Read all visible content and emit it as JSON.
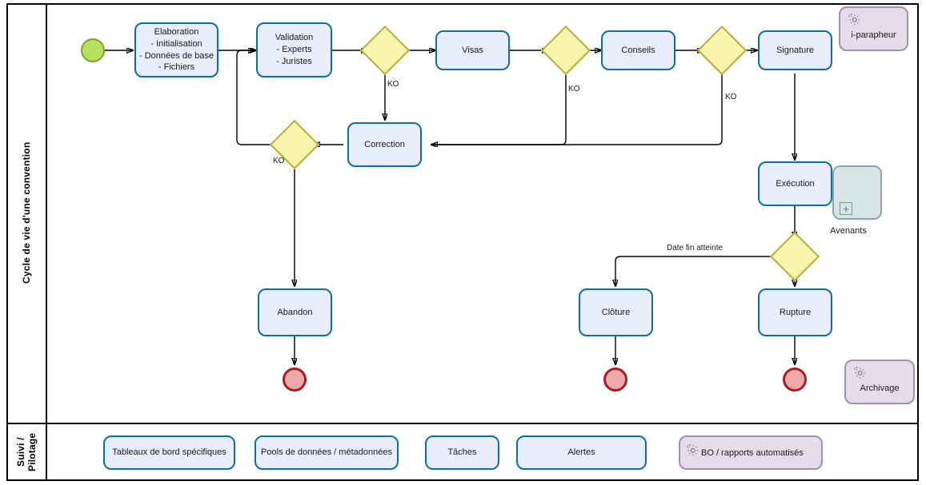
{
  "diagram": {
    "type": "bpmn-lifecycle",
    "lanes": [
      {
        "id": "lane-lifecycle",
        "title": "Cycle de vie d'une convention"
      },
      {
        "id": "lane-monitoring",
        "title": "Suivi /\nPilotage"
      }
    ]
  },
  "lifecycle": {
    "start_event": {
      "name": "start-event"
    },
    "tasks": {
      "elaboration": "Elaboration\n- Initialisation\n- Données de base\n- Fichiers",
      "validation": "Validation\n- Experts\n- Juristes",
      "visas": "Visas",
      "conseils": "Conseils",
      "signature": "Signature",
      "correction": "Correction",
      "execution": "Exécution",
      "abandon": "Abandon",
      "cloture": "Clôture",
      "rupture": "Rupture"
    },
    "gateways": [
      {
        "id": "gw-validation",
        "label": "KO"
      },
      {
        "id": "gw-visas",
        "label": "KO"
      },
      {
        "id": "gw-conseils",
        "label": "KO"
      },
      {
        "id": "gw-correction",
        "label": "KO"
      },
      {
        "id": "gw-execution",
        "label": ""
      }
    ],
    "flow_labels": {
      "ko_validation": "KO",
      "ko_visas": "KO",
      "ko_conseils": "KO",
      "ko_correction": "KO",
      "date_fin": "Date fin atteinte"
    },
    "subprocess": {
      "avenants_caption": "Avenants",
      "marker": "+"
    },
    "systems": [
      {
        "id": "sys-iparapheur",
        "label": "i-parapheur",
        "icon": "gear-icon"
      },
      {
        "id": "sys-archivage",
        "label": "Archivage",
        "icon": "gear-icon"
      }
    ],
    "end_events": [
      {
        "id": "end-abandon"
      },
      {
        "id": "end-cloture"
      },
      {
        "id": "end-rupture"
      }
    ]
  },
  "monitoring": {
    "items": [
      {
        "id": "mon-dashboards",
        "label": "Tableaux de bord spécifiques",
        "style": "task"
      },
      {
        "id": "mon-datapools",
        "label": "Pools de données / métadonnées",
        "style": "task"
      },
      {
        "id": "mon-taches",
        "label": "Tâches",
        "style": "task"
      },
      {
        "id": "mon-alertes",
        "label": "Alertes",
        "style": "task"
      },
      {
        "id": "mon-bo",
        "label": "BO / rapports automatisés",
        "style": "system",
        "icon": "gear-icon"
      }
    ]
  },
  "colors": {
    "task_fill": "#e8edfb",
    "task_border": "#0b6fa4",
    "gateway_fill": "#f7f5ad",
    "gateway_border": "#b9ad3a",
    "start_fill": "#b5e061",
    "start_border": "#7aa32a",
    "end_fill": "#eda8a8",
    "end_border": "#a61d24",
    "system_fill": "#e4dcea",
    "system_border": "#9e91a8",
    "subprocess_fill": "#d7e6e4",
    "subprocess_border": "#90a3a8"
  }
}
